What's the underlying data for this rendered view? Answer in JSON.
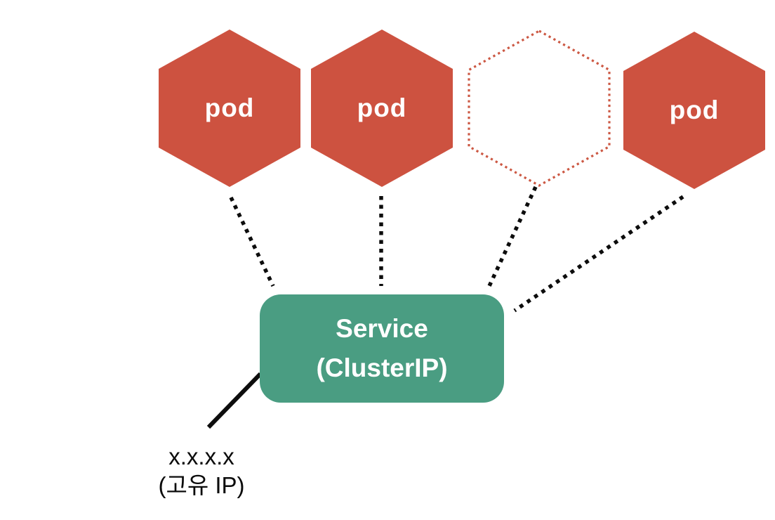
{
  "diagram": {
    "title_semantic": "kubernetes-service-clusterip-diagram",
    "pods": [
      {
        "label": "pod",
        "style": "filled"
      },
      {
        "label": "pod",
        "style": "filled"
      },
      {
        "label": "",
        "style": "dotted-outline"
      },
      {
        "label": "pod",
        "style": "filled"
      }
    ],
    "service": {
      "line1": "Service",
      "line2": "(ClusterIP)"
    },
    "ip_label": {
      "line1": "x.x.x.x",
      "line2": "(고유 IP)"
    },
    "connectors": {
      "dashed_count": 4,
      "solid_count": 1,
      "dashed_style": "dotted black lines from each pod hexagon to service box",
      "solid_style": "solid black line from service box to ip label"
    }
  },
  "colors": {
    "pod-fill": "#cd5240",
    "pod-text": "#ffffff",
    "pod-outline": "#cc5843",
    "service-fill": "#4a9d82",
    "service-text": "#ffffff",
    "connector": "#0d0d0d",
    "ip-text": "#0b0b0b",
    "canvas-bg": "#ffffff"
  }
}
